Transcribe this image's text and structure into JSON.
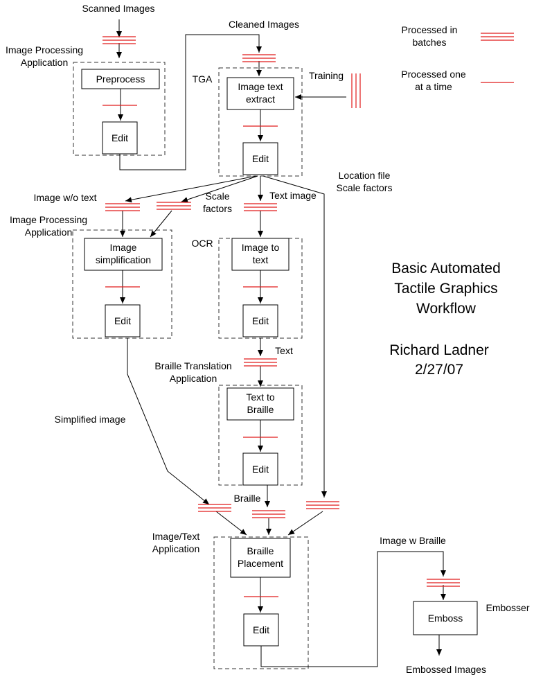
{
  "title": {
    "lines": [
      "Basic Automated",
      "Tactile Graphics",
      "Workflow"
    ],
    "author": "Richard Ladner",
    "date": "2/27/07"
  },
  "legend": {
    "batch_label": [
      "Processed in",
      "batches"
    ],
    "single_label": [
      "Processed one",
      "at a time"
    ]
  },
  "apps": {
    "image_processing_1": [
      "Image Processing",
      "Application"
    ],
    "tga": "TGA",
    "image_processing_2": [
      "Image Processing",
      "Application"
    ],
    "ocr": "OCR",
    "braille_translation": [
      "Braille Translation",
      "Application"
    ],
    "image_text": [
      "Image/Text",
      "Application"
    ],
    "embosser": "Embosser"
  },
  "boxes": {
    "preprocess": [
      "Preprocess"
    ],
    "edit1": [
      "Edit"
    ],
    "image_text_extract": [
      "Image text",
      "extract"
    ],
    "edit2": [
      "Edit"
    ],
    "image_simplification": [
      "Image",
      "simplification"
    ],
    "edit3": [
      "Edit"
    ],
    "image_to_text": [
      "Image to",
      "text"
    ],
    "edit4": [
      "Edit"
    ],
    "text_to_braille": [
      "Text to",
      "Braille"
    ],
    "edit5": [
      "Edit"
    ],
    "braille_placement": [
      "Braille",
      "Placement"
    ],
    "edit6": [
      "Edit"
    ],
    "emboss": [
      "Emboss"
    ]
  },
  "flow_labels": {
    "scanned_images": [
      "Scanned Images"
    ],
    "cleaned_images": [
      "Cleaned Images"
    ],
    "training": [
      "Training"
    ],
    "location_file": [
      "Location file",
      "Scale factors"
    ],
    "image_wo_text": [
      "Image w/o text"
    ],
    "scale_factors": [
      "Scale",
      "factors"
    ],
    "text_image": [
      "Text image"
    ],
    "text": [
      "Text"
    ],
    "simplified_image": [
      "Simplified image"
    ],
    "braille": [
      "Braille"
    ],
    "image_w_braille": [
      "Image w Braille"
    ],
    "embossed_images": [
      "Embossed Images"
    ]
  }
}
